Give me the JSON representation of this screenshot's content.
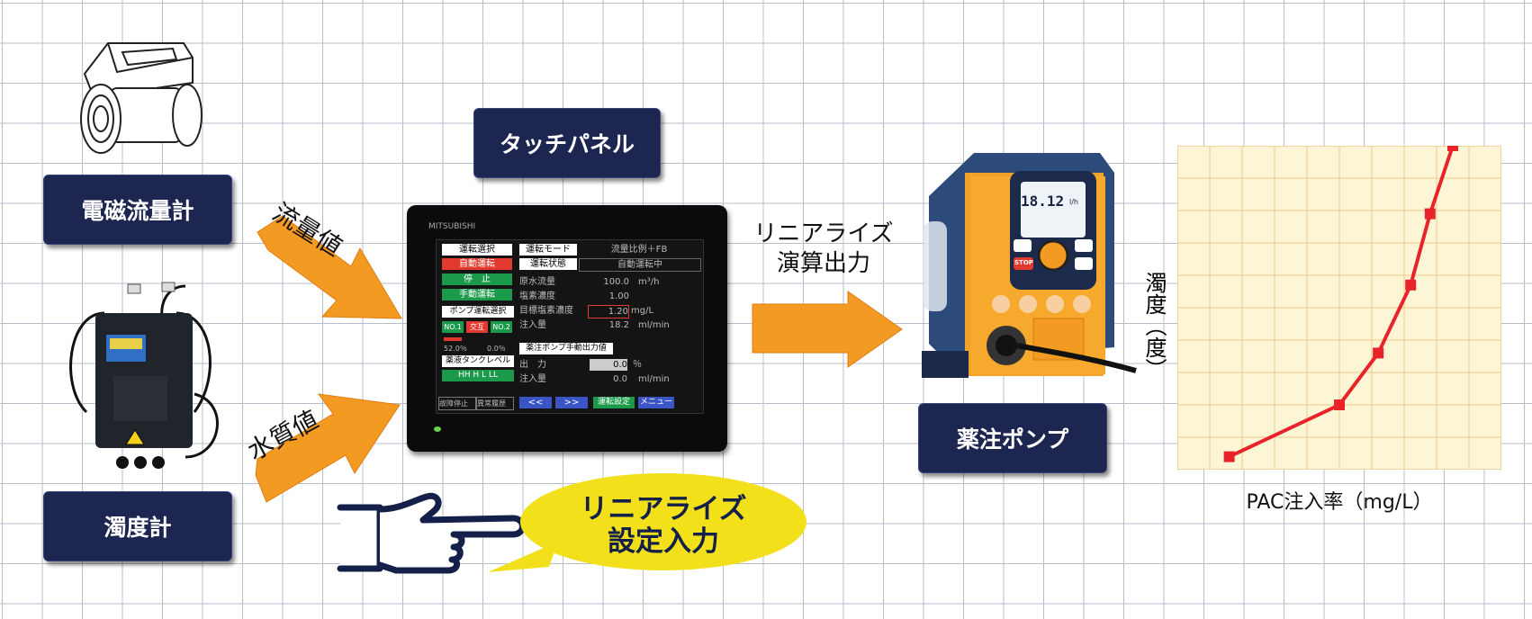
{
  "labels": {
    "flowmeter": "電磁流量計",
    "turbidimeter": "濁度計",
    "touch_panel": "タッチパネル",
    "dosing_pump": "薬注ポンプ"
  },
  "arrows": {
    "flow_value": "流量値",
    "water_quality": "水質値",
    "linearize_output_line1": "リニアライズ",
    "linearize_output_line2": "演算出力"
  },
  "bubble": {
    "line1": "リニアライズ",
    "line2": "設定入力"
  },
  "panel": {
    "brand": "MITSUBISHI",
    "header_sel": "運転選択",
    "auto_run": "自動運転",
    "stop": "停　止",
    "manual_run": "手動運転",
    "pump_sel": "ポンプ運転選択",
    "no1": "NO.1",
    "alt": "交互",
    "no2": "NO.2",
    "pct_left": "52.0％",
    "pct_right": "0.0％",
    "chem_level": "薬液タンクレベル",
    "levels": "HH  H  L  LL",
    "mode_key": "運転モード",
    "mode_val": "流量比例＋FB",
    "state_key": "運転状態",
    "state_val": "自動運転中",
    "row1_key": "原水流量",
    "row1_val": "100.0",
    "row1_unit": "m³/h",
    "row2_key": "塩素濃度",
    "row2_val": "1.00",
    "row3_key": "目標塩素濃度",
    "row3_val": "1.20",
    "row3_unit": "mg/L",
    "row4_key": "注入量",
    "row4_val": "18.2",
    "row4_unit": "ml/min",
    "manual_title": "薬注ポンプ手動出力値",
    "out_key": "出　力",
    "out_val": "0.0",
    "out_unit": "％",
    "inj_key": "注入量",
    "inj_val": "0.0",
    "inj_unit": "ml/min",
    "btn_alarm": "故障停止",
    "btn_history": "異常履歴",
    "btn_prev": "<<",
    "btn_next": ">>",
    "btn_setting": "運転設定",
    "btn_menu": "メニュー"
  },
  "pump": {
    "display_value": "18.12",
    "display_unit": "l/h",
    "stop_label": "STOP"
  },
  "colors": {
    "label_bg": "#1d2650",
    "arrow_orange": "#f39a22",
    "bubble_yellow": "#f2e01b",
    "chart_line": "#e8232a",
    "chart_bg": "#fdf6d6"
  },
  "chart_data": {
    "type": "line",
    "xlabel": "PAC注入率（mg/L）",
    "ylabel": "濁度（度）",
    "xlim": [
      0,
      10
    ],
    "ylim": [
      0,
      10
    ],
    "grid": true,
    "series": [
      {
        "x": [
          1.6,
          5.0,
          6.2,
          7.2,
          7.8,
          8.5
        ],
        "y": [
          0.4,
          2.0,
          3.6,
          5.7,
          7.9,
          10.0
        ]
      }
    ]
  }
}
